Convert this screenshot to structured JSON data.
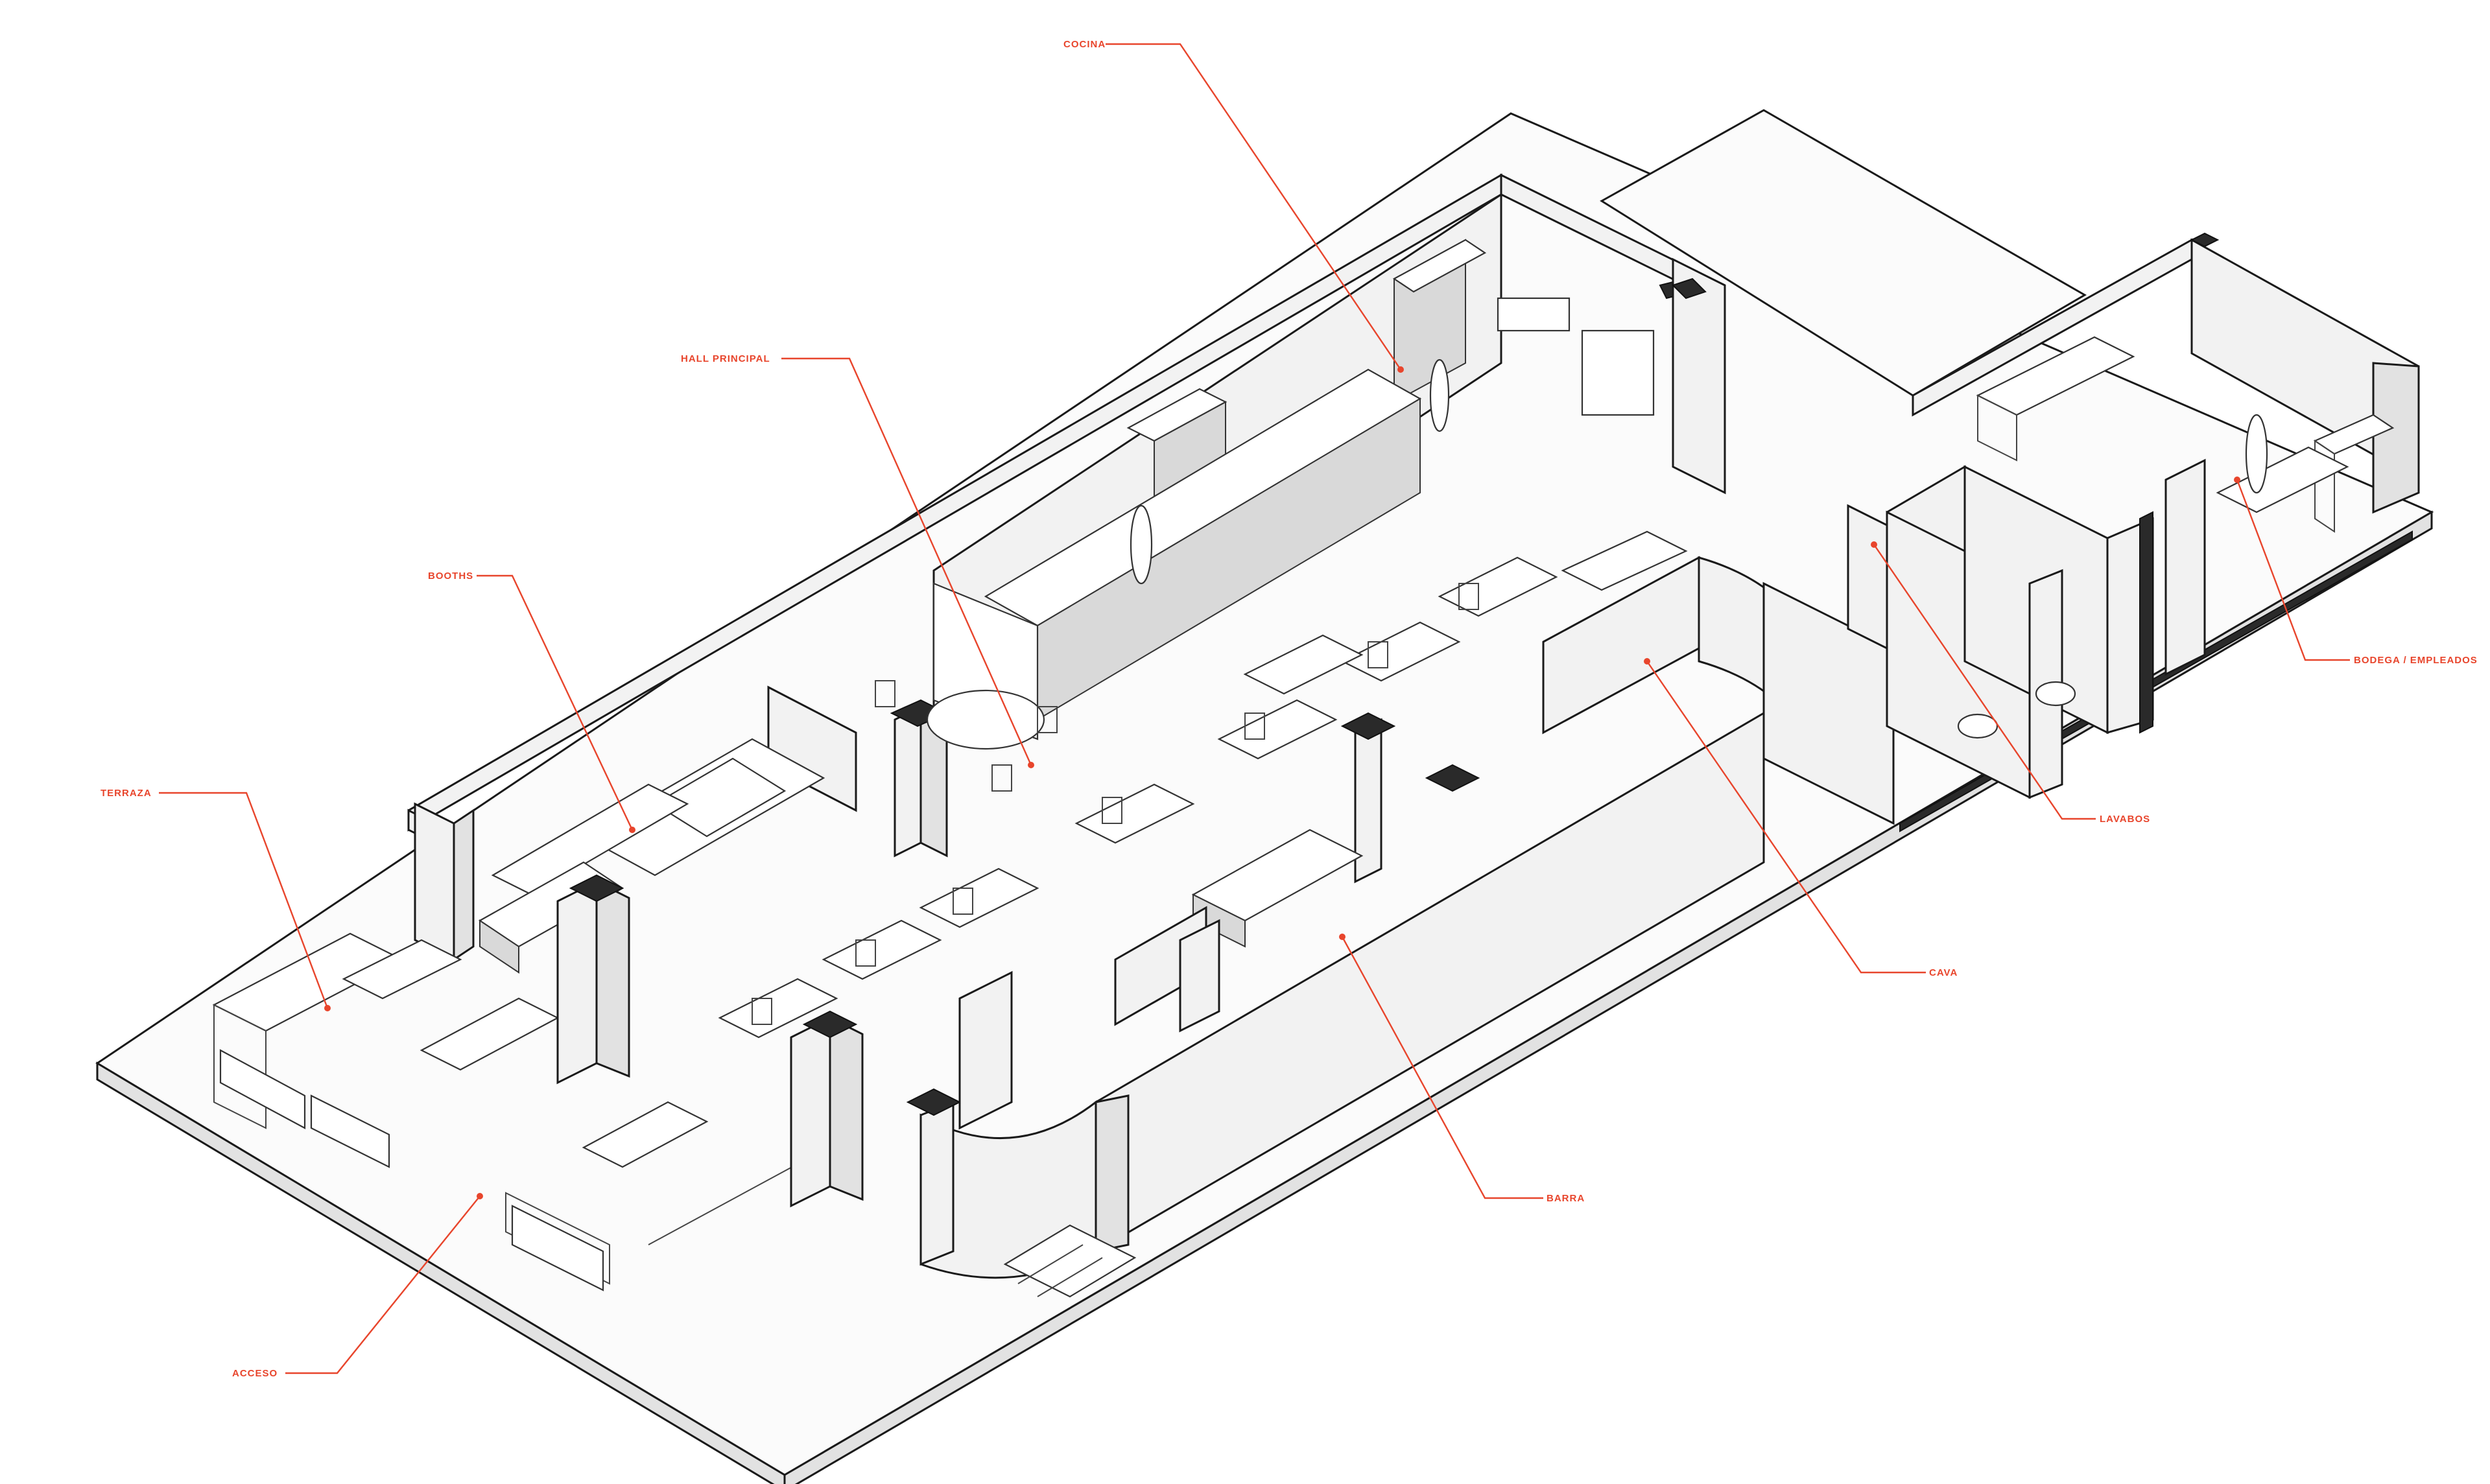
{
  "labels": {
    "cocina": "COCINA",
    "hall_principal": "HALL PRINCIPAL",
    "booths": "BOOTHS",
    "terraza": "TERRAZA",
    "acceso": "ACCESO",
    "barra": "BARRA",
    "cava": "CAVA",
    "lavabos": "LAVABOS",
    "bodega_empleados": "BODEGA / EMPLEADOS"
  },
  "colors": {
    "annotation": "#e8452c",
    "line": "#1a1a1a",
    "wall_fill": "#f2f2f2"
  }
}
